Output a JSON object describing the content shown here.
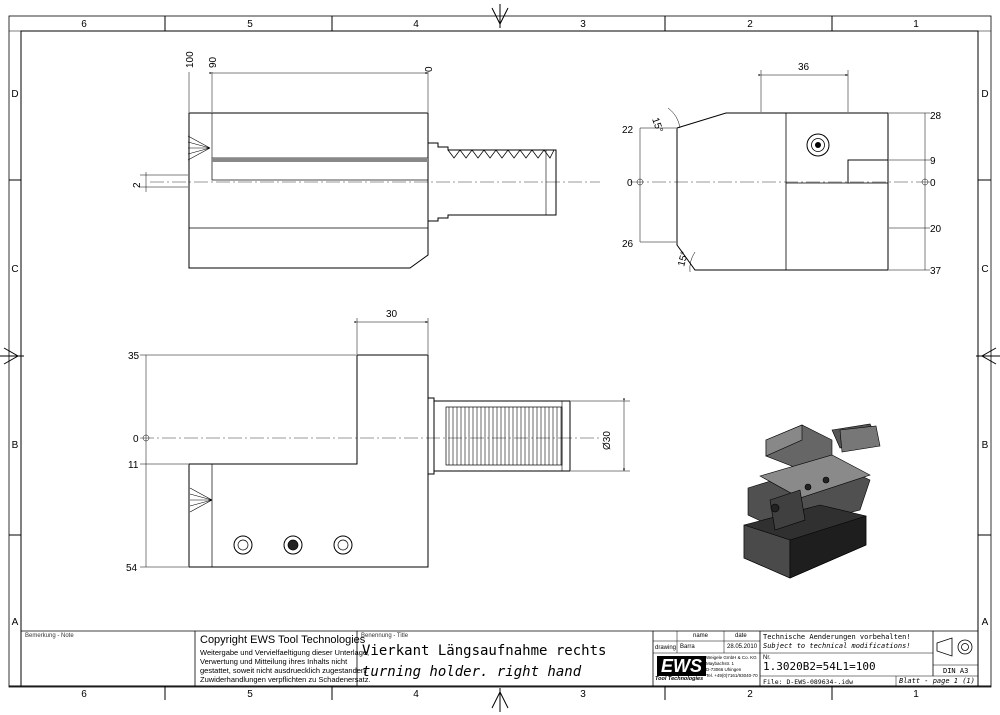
{
  "frame": {
    "columns": [
      "6",
      "5",
      "4",
      "3",
      "2",
      "1"
    ],
    "rows": [
      "D",
      "C",
      "B",
      "A"
    ]
  },
  "dimensions": {
    "top_left": {
      "d100": "100",
      "d90": "90",
      "d0": "0",
      "d2": "2"
    },
    "top_right": {
      "d36": "36",
      "d28": "28",
      "d22": "22",
      "d15a": "15°",
      "d9": "9",
      "d0l": "0",
      "d0r": "0",
      "d20": "20",
      "d26": "26",
      "d15b": "15°",
      "d37": "37"
    },
    "bottom": {
      "d30": "30",
      "d35": "35",
      "d0": "0",
      "d11": "11",
      "d54": "54",
      "dia30": "Ø30"
    }
  },
  "title_block": {
    "note_label": "Bemerkung - Note",
    "copyright_heading": "Copyright EWS Tool Technologies",
    "copyright_lines": [
      "Weitergabe und Vervielfaeltigung dieser Unterlage,",
      "Verwertung und Mitteilung ihres Inhalts nicht",
      "gestattet, soweit nicht ausdruecklich zugestanden.",
      "Zuwiderhandlungen verpflichten zu Schadenersatz."
    ],
    "title_label": "Benennung - Title",
    "title_de": "Vierkant Längsaufnahme rechts",
    "title_en": "turning holder. right hand",
    "name_header": "name",
    "date_header": "date",
    "drawing_label": "drawing",
    "drawing_name": "Barra",
    "drawing_date": "28.05.2010",
    "logo": "EWS",
    "logo_sub": "Tool Technologies",
    "company_lines": [
      "Weigele GmbH & Co. KG",
      "Maybachstr. 1",
      "D-73066 Uhingen",
      "Tel. +49(0)7161/93040-70"
    ],
    "notice_de": "Technische Aenderungen vorbehalten!",
    "notice_en": "Subject to technical modifications!",
    "nr_label": "Nr.",
    "part_number": "1.3020B2=54L1=100",
    "file": "File: D-EWS-089634-.idw",
    "format": "DIN A3",
    "sheet": "Blatt - page  1 (1)"
  }
}
